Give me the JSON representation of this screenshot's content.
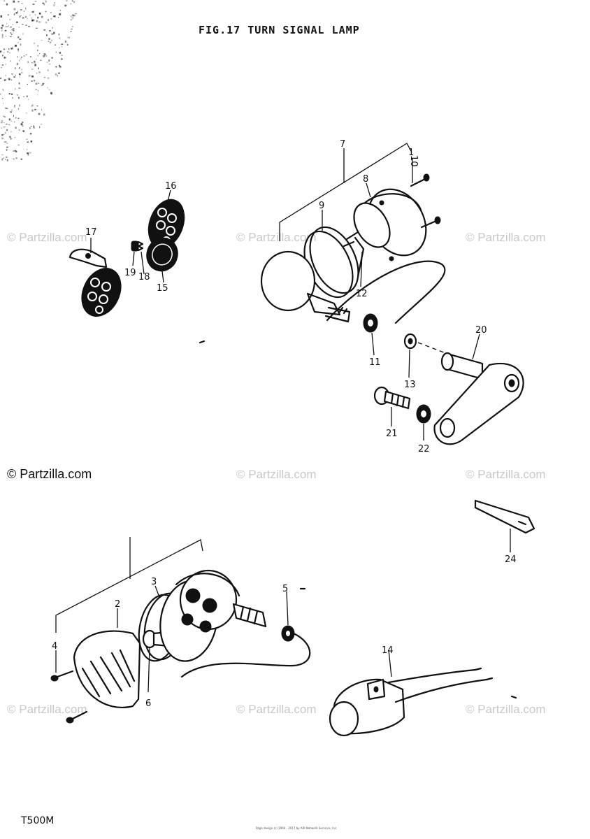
{
  "title": "FIG.17  TURN SIGNAL LAMP",
  "model": "T500M",
  "footer_small": "Page design (c) 2004 - 2017 by ARI Network Services, Inc.",
  "watermark": "© Partzilla.com",
  "colors": {
    "ink": "#111111",
    "watermark": "#c8c8c8",
    "paper": "#ffffff"
  },
  "callouts": [
    {
      "label": "1"
    },
    {
      "label": "2"
    },
    {
      "label": "3"
    },
    {
      "label": "4"
    },
    {
      "label": "5"
    },
    {
      "label": "6"
    },
    {
      "label": "7"
    },
    {
      "label": "8"
    },
    {
      "label": "9"
    },
    {
      "label": "10"
    },
    {
      "label": "11"
    },
    {
      "label": "12"
    },
    {
      "label": "13"
    },
    {
      "label": "14"
    },
    {
      "label": "15"
    },
    {
      "label": "16"
    },
    {
      "label": "17"
    },
    {
      "label": "18"
    },
    {
      "label": "19"
    },
    {
      "label": "20"
    },
    {
      "label": "21"
    },
    {
      "label": "22"
    },
    {
      "label": "24"
    }
  ]
}
